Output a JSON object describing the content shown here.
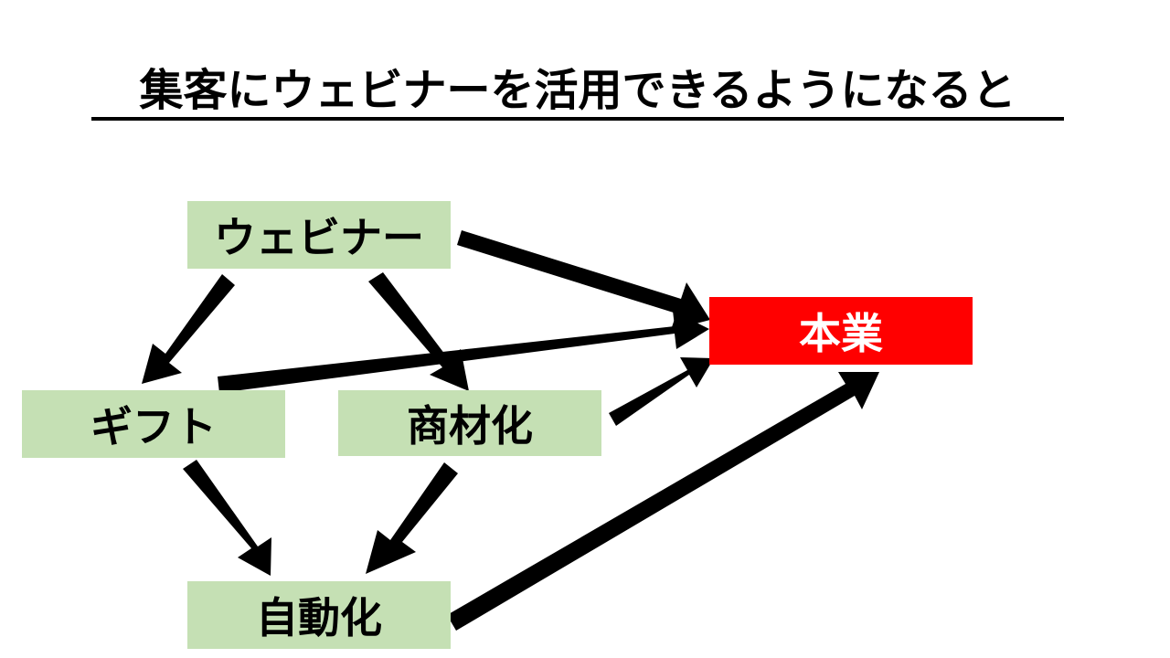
{
  "title": "集客にウェビナーを活用できるようになると",
  "nodes": {
    "webinar": "ウェビナー",
    "gift": "ギフト",
    "product": "商材化",
    "automation": "自動化",
    "main_business": "本業"
  },
  "edges": [
    {
      "from": "webinar",
      "to": "main_business"
    },
    {
      "from": "webinar",
      "to": "gift"
    },
    {
      "from": "webinar",
      "to": "product"
    },
    {
      "from": "gift",
      "to": "main_business"
    },
    {
      "from": "product",
      "to": "main_business"
    },
    {
      "from": "gift",
      "to": "automation"
    },
    {
      "from": "product",
      "to": "automation"
    },
    {
      "from": "automation",
      "to": "main_business"
    }
  ],
  "colors": {
    "node_fill": "#c5e0b4",
    "highlight_fill": "#ff0000",
    "highlight_text": "#ffffff",
    "arrow": "#000000"
  }
}
